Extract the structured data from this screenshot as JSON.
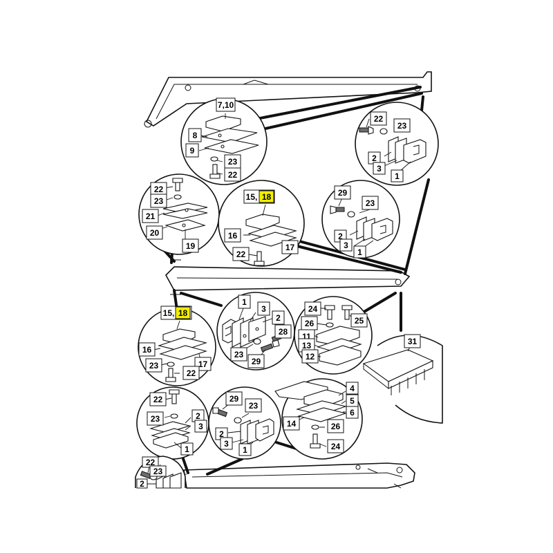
{
  "labels": {
    "d1_7_10": "7,10",
    "d1_8": "8",
    "d1_9": "9",
    "d1_23": "23",
    "d1_22": "22",
    "d2_22": "22",
    "d2_23": "23",
    "d2_2": "2",
    "d2_3": "3",
    "d2_1": "1",
    "d3_22": "22",
    "d3_23": "23",
    "d3_21": "21",
    "d3_20": "20",
    "d3_19": "19",
    "d4_15": "15,",
    "d4_18": "18",
    "d4_16": "16",
    "d4_17": "17",
    "d4_22": "22",
    "d5_29": "29",
    "d5_23": "23",
    "d5_2": "2",
    "d5_3": "3",
    "d5_1": "1",
    "d6_15": "15,",
    "d6_18": "18",
    "d6_16": "16",
    "d6_23": "23",
    "d6_17": "17",
    "d6_22": "22",
    "d7_1": "1",
    "d7_3": "3",
    "d7_2": "2",
    "d7_28": "28",
    "d7_23": "23",
    "d7_29": "29",
    "d8_24": "24",
    "d8_25": "25",
    "d8_26": "26",
    "d8_11": "11",
    "d8_13": "13",
    "d8_12": "12",
    "d9_31": "31",
    "d10_22": "22",
    "d10_23": "23",
    "d10_2": "2",
    "d10_3": "3",
    "d10_1": "1",
    "d11_29": "29",
    "d11_23": "23",
    "d11_2": "2",
    "d11_3": "3",
    "d11_1": "1",
    "d12_4": "4",
    "d12_5": "5",
    "d12_6": "6",
    "d12_14": "14",
    "d12_26": "26",
    "d12_24": "24",
    "d13_22": "22",
    "d13_23": "23",
    "d13_2": "2"
  },
  "colors": {
    "highlight": "#f2ee00",
    "line": "#111111",
    "background": "#ffffff"
  },
  "highlighted_labels": [
    "d4_18",
    "d6_18"
  ]
}
